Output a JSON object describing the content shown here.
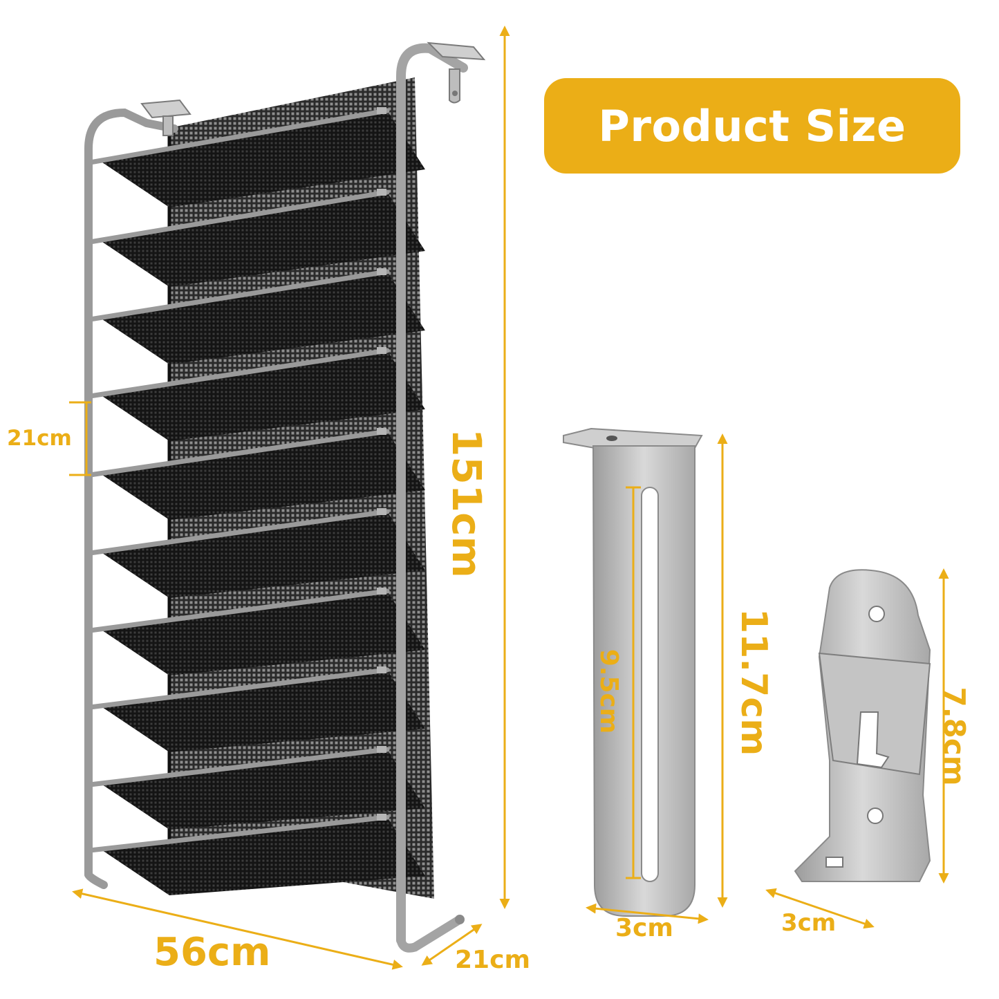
{
  "title": "Product Size",
  "colors": {
    "accent": "#EBAE17",
    "frame": "#A9A9A9",
    "mesh": "#1C1C1C",
    "bracket": "#B9B9B9"
  },
  "dimensions": {
    "rack_height": "151cm",
    "rack_width": "56cm",
    "rack_depth": "21cm",
    "shelf_spacing": "21cm",
    "long_bracket_height": "11.7cm",
    "long_bracket_slot": "9.5cm",
    "long_bracket_width": "3cm",
    "short_bracket_height": "7.8cm",
    "short_bracket_width": "3cm"
  },
  "icons": [
    "shoe-rack-illustration",
    "long-hook-bracket",
    "short-hook-bracket"
  ]
}
